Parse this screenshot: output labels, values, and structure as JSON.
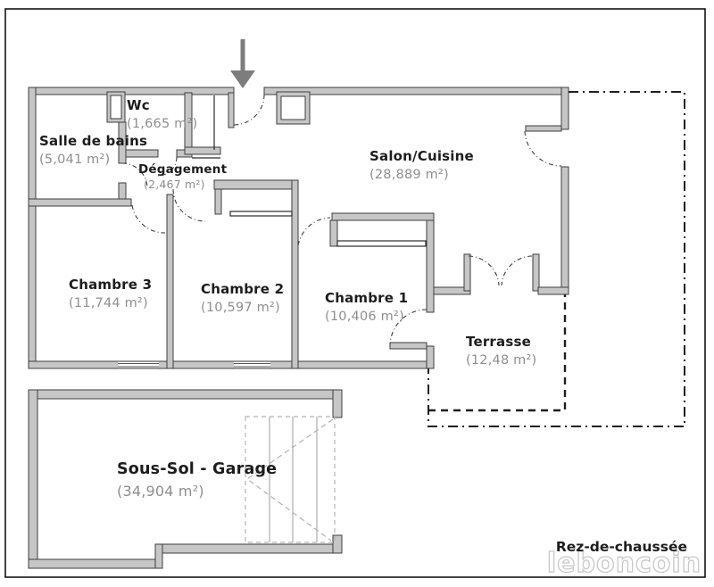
{
  "plan": {
    "floor_label": "Rez-de-chaussée",
    "watermark": "leboncoin",
    "rooms": [
      {
        "name": "Salle de bains",
        "area": "(5,041 m²)"
      },
      {
        "name": "Wc",
        "area": "(1,665 m²)"
      },
      {
        "name": "Dégagement",
        "area": "(2,467 m²)"
      },
      {
        "name": "Salon/Cuisine",
        "area": "(28,889 m²)"
      },
      {
        "name": "Chambre 3",
        "area": "(11,744 m²)"
      },
      {
        "name": "Chambre 2",
        "area": "(10,597 m²)"
      },
      {
        "name": "Chambre 1",
        "area": "(10,406 m²)"
      },
      {
        "name": "Terrasse",
        "area": "(12,48 m²)"
      },
      {
        "name": "Sous-Sol - Garage",
        "area": "(34,904 m²)"
      }
    ],
    "colors": {
      "wall_fill": "#c6c6c6",
      "wall_edge": "#3f3f3f",
      "room_name": "#1d1d1d",
      "room_area": "#8e8e8e",
      "arrow": "#7d7d7d",
      "watermark_stroke": "#c8c8c8",
      "dashed_line": "#1f1f1f"
    }
  }
}
